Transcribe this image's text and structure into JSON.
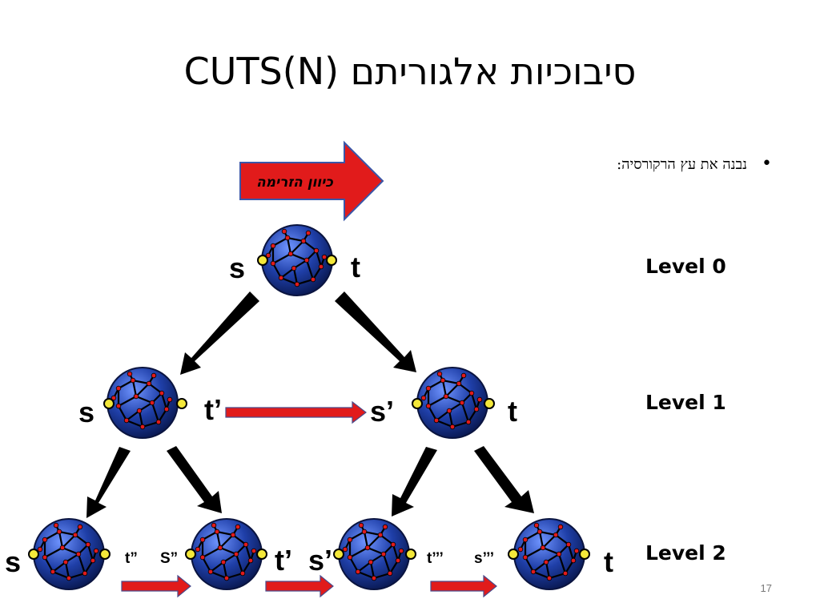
{
  "slide": {
    "title": "סיבוכיות אלגוריתם CUTS(N)",
    "bullet": "נבנה את עץ הרקורסיה:",
    "flow_label": "כיוון הזרימה",
    "levels": [
      "Level 0",
      "Level 1",
      "Level 2"
    ],
    "page_number": "17"
  },
  "nodes": {
    "root": {
      "left": "s",
      "right": "t"
    },
    "l1_left": {
      "left": "s",
      "right": "t’"
    },
    "l1_right": {
      "left": "s’",
      "right": "t"
    },
    "l2_a": {
      "left": "s",
      "right": "t”"
    },
    "l2_b": {
      "left": "S”",
      "right": "t’"
    },
    "l2_c": {
      "left": "s’",
      "right": "t’’’"
    },
    "l2_d": {
      "left": "s’’’",
      "right": "t"
    }
  },
  "colors": {
    "network_fill": "#1f3fa8",
    "terminal": "#f4e83a",
    "red_arrow": "#e11b1b",
    "edge": "#b22222"
  }
}
